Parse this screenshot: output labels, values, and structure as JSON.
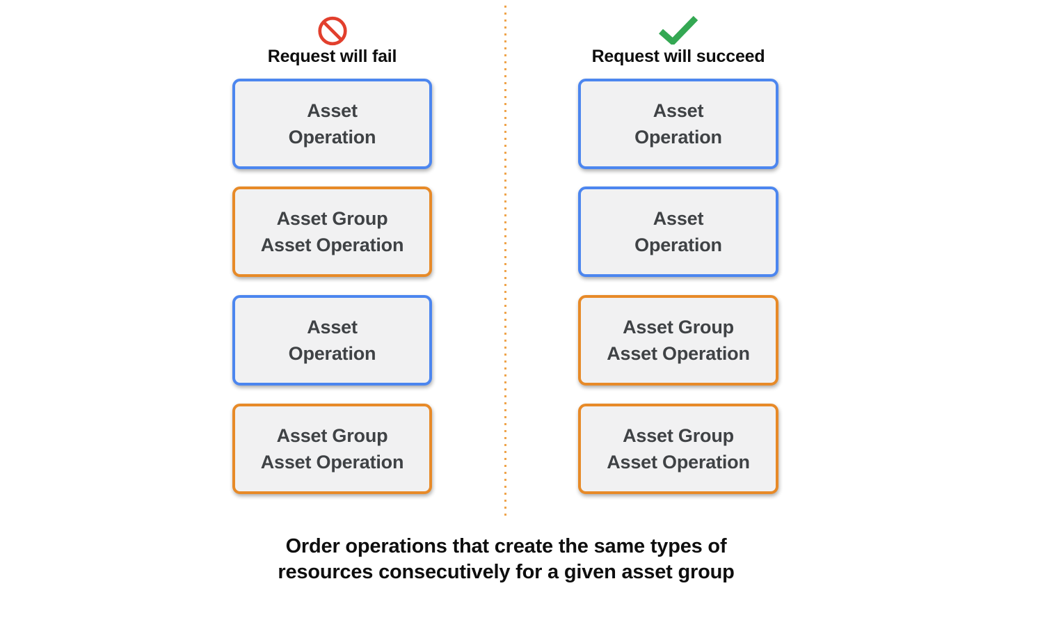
{
  "colors": {
    "blue-border": "#4C86EF",
    "orange-border": "#E78A28",
    "box-fill": "#F1F1F2",
    "box-text": "#3F4245",
    "fail-red": "#E23F2D",
    "success-green": "#34A853",
    "divider-dot": "#EFA44B",
    "heading-text": "#0E0E0E"
  },
  "columns": [
    {
      "heading": "Request will fail",
      "icon": "no-symbol-icon",
      "boxes": [
        {
          "type": "asset",
          "lines": [
            "Asset",
            "Operation"
          ]
        },
        {
          "type": "asset-group",
          "lines": [
            "Asset Group",
            "Asset Operation"
          ]
        },
        {
          "type": "asset",
          "lines": [
            "Asset",
            "Operation"
          ]
        },
        {
          "type": "asset-group",
          "lines": [
            "Asset Group",
            "Asset Operation"
          ]
        }
      ]
    },
    {
      "heading": "Request will succeed",
      "icon": "checkmark-icon",
      "boxes": [
        {
          "type": "asset",
          "lines": [
            "Asset",
            "Operation"
          ]
        },
        {
          "type": "asset",
          "lines": [
            "Asset",
            "Operation"
          ]
        },
        {
          "type": "asset-group",
          "lines": [
            "Asset Group",
            "Asset Operation"
          ]
        },
        {
          "type": "asset-group",
          "lines": [
            "Asset Group",
            "Asset Operation"
          ]
        }
      ]
    }
  ],
  "caption": {
    "lines": [
      "Order operations that create the same types of",
      "resources consecutively for a given asset group"
    ]
  }
}
